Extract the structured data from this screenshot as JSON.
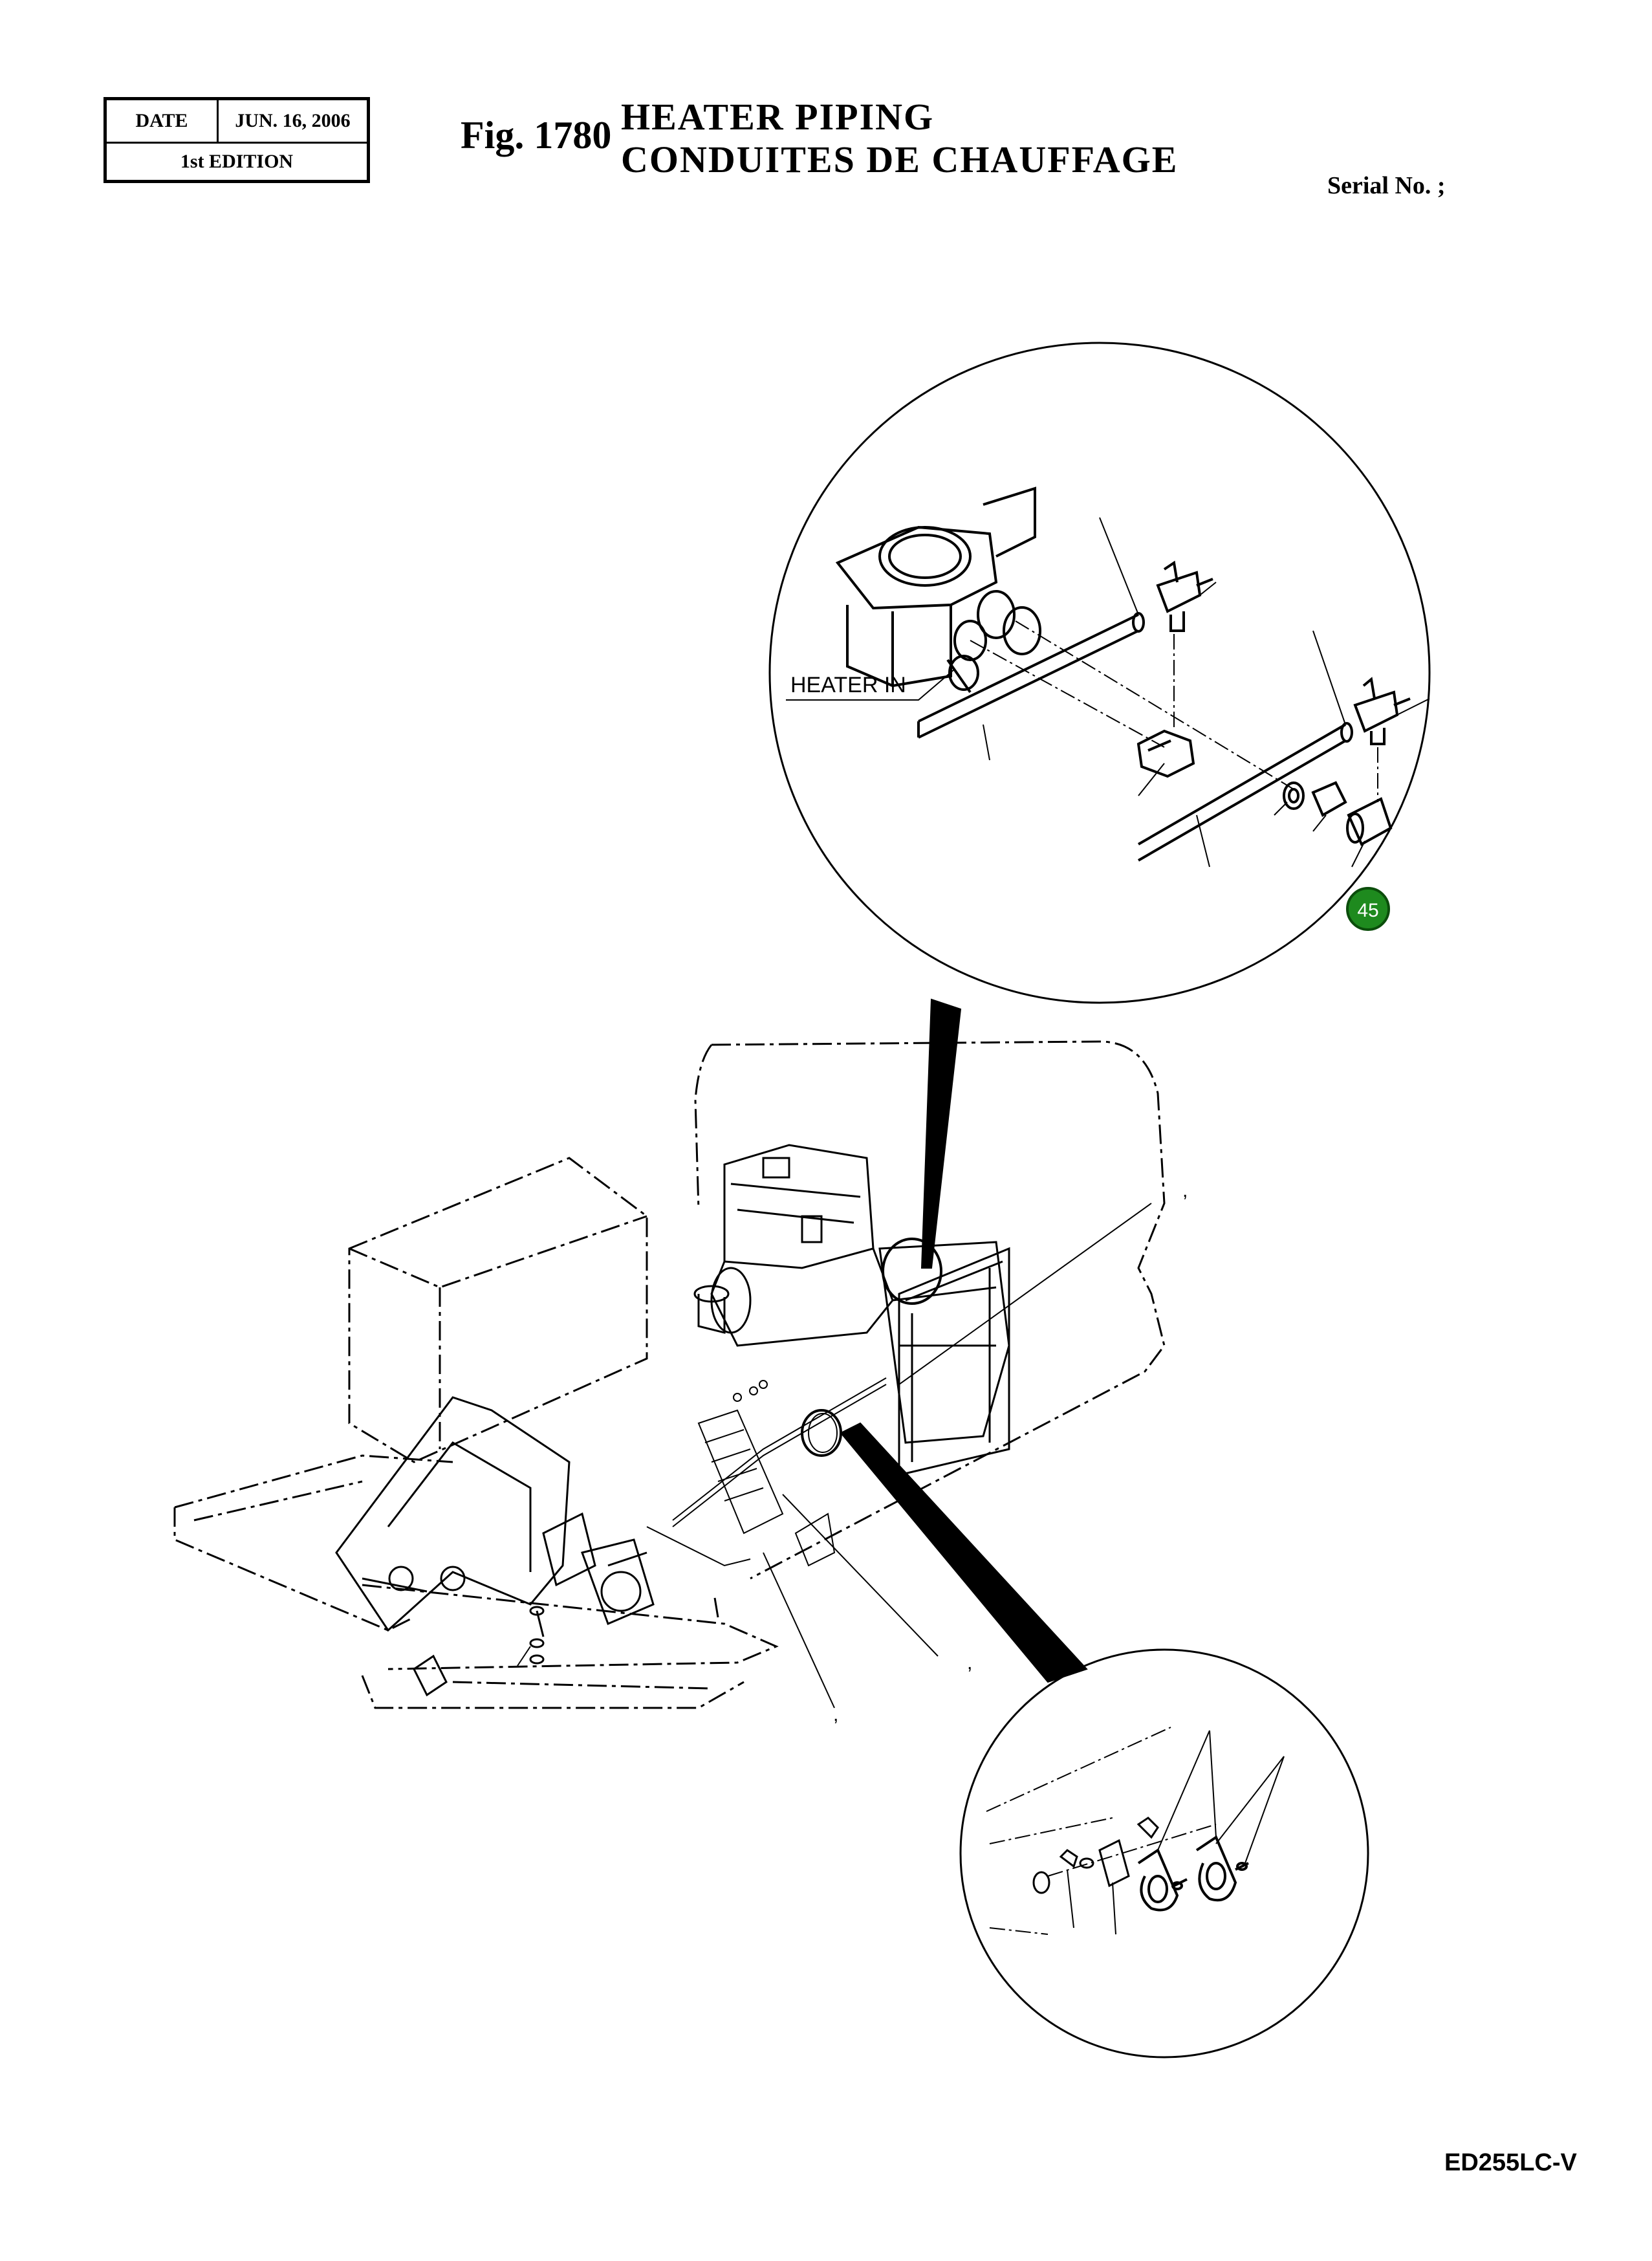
{
  "header": {
    "date_label": "DATE",
    "date_value": "JUN. 16, 2006",
    "edition": "1st EDITION",
    "figure_number": "Fig. 1780",
    "title_line1": "HEATER  PIPING",
    "title_line2": "CONDUITES  DE  CHAUFFAGE",
    "serial": "Serial No. ;"
  },
  "diagram": {
    "callout_label": "HEATER IN",
    "part_badge": "45",
    "badge_color": "#1e8a1e",
    "tick_marks": [
      ",",
      ",",
      ","
    ]
  },
  "footer": {
    "model": "ED255LC-V"
  }
}
